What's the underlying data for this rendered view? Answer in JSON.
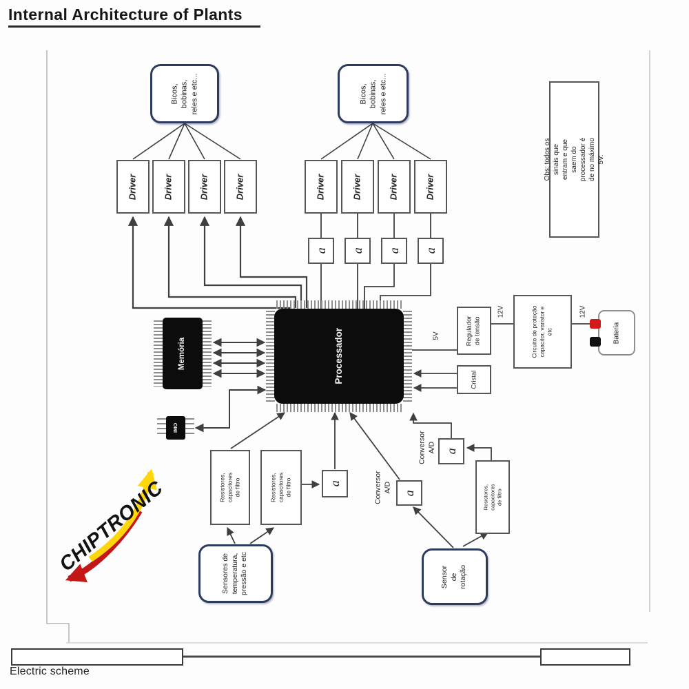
{
  "title": "Internal Architecture of Plants",
  "caption": "Electric scheme",
  "logo": "CHIPTRONIC",
  "labels": {
    "actuators": "Bicos,\nbobinas,\nreles e etc...",
    "driver": "Driver",
    "amp": "a",
    "note": "Obs: todos os sinais que entram e que saem do\nprocessador é de no máximo 5V.",
    "memory": "Memória",
    "processor": "Processador",
    "eeprom": "IMO",
    "filters": "Resistores, capacitores\nde filtro",
    "adc": "Conversor A/D",
    "temp_sensors": "Sensores de\ntemperatura,\npressão e etc",
    "rotation_sensor": "Sensor\nde\nrotação",
    "regulator": "Regulador\nde tensão",
    "protection": "Circuito de proteção\ncapacitor, varistor e\netc",
    "crystal": "Cristal",
    "battery": "Bateria",
    "v5": "5V",
    "v12": "12V",
    "v12b": "12V"
  },
  "colors": {
    "accent_navy": "#2d3c5e",
    "wire": "#3f3f3f",
    "logo_red": "#c41818",
    "logo_yellow": "#ffd60a",
    "battery_positive": "#d11a1a",
    "battery_negative": "#111111"
  }
}
